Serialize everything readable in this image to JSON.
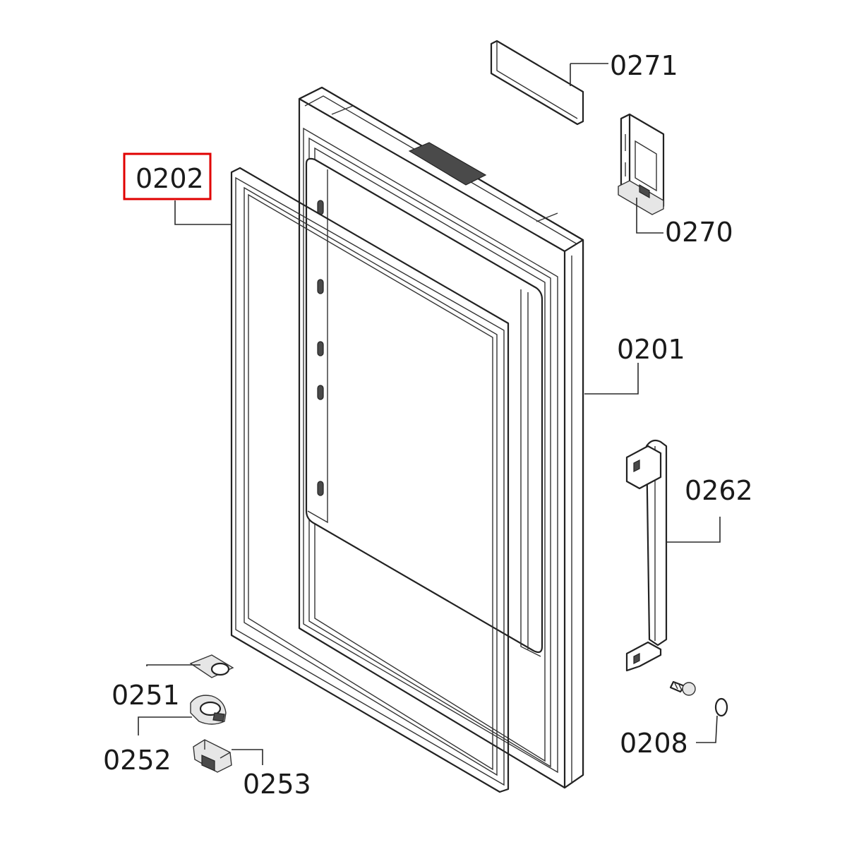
{
  "highlight_color": "#e00000",
  "callouts": [
    {
      "id": "0271",
      "text": "0271",
      "highlighted": false
    },
    {
      "id": "0270",
      "text": "0270",
      "highlighted": false
    },
    {
      "id": "0202",
      "text": "0202",
      "highlighted": true
    },
    {
      "id": "0201",
      "text": "0201",
      "highlighted": false
    },
    {
      "id": "0262",
      "text": "0262",
      "highlighted": false
    },
    {
      "id": "0251",
      "text": "0251",
      "highlighted": false
    },
    {
      "id": "0252",
      "text": "0252",
      "highlighted": false
    },
    {
      "id": "0253",
      "text": "0253",
      "highlighted": false
    },
    {
      "id": "0208",
      "text": "0208",
      "highlighted": false
    }
  ]
}
